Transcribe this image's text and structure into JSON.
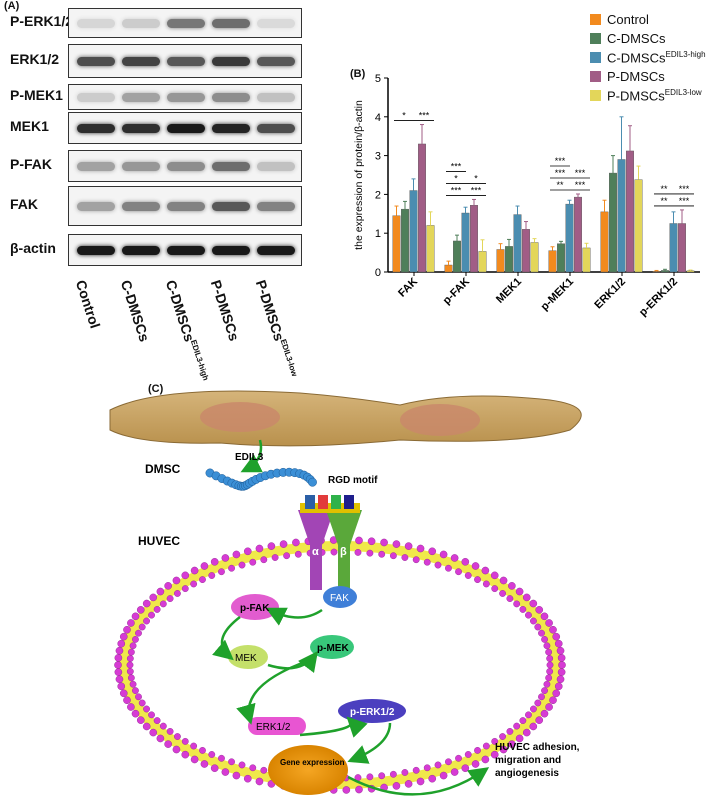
{
  "panelA": {
    "label": "(A)",
    "rows": [
      {
        "label": "P-ERK1/2"
      },
      {
        "label": "ERK1/2"
      },
      {
        "label": "P-MEK1"
      },
      {
        "label": "MEK1"
      },
      {
        "label": "P-FAK"
      },
      {
        "label": "FAK"
      },
      {
        "label": "β-actin"
      }
    ],
    "lanes": [
      {
        "label": "Control",
        "sup": ""
      },
      {
        "label": "C-DMSCs",
        "sup": ""
      },
      {
        "label": "C-DMSCs",
        "sup": "EDIL3-high"
      },
      {
        "label": "P-DMSCs",
        "sup": ""
      },
      {
        "label": "P-DMSCs",
        "sup": "EDIL3-low"
      }
    ]
  },
  "panelB": {
    "label": "(B)",
    "legend": [
      {
        "name": "Control",
        "sup": "",
        "color": "#f28a1e"
      },
      {
        "name": "C-DMSCs",
        "sup": "",
        "color": "#4f7f5a"
      },
      {
        "name": "C-DMSCs",
        "sup": "EDIL3-high",
        "color": "#4b8db0"
      },
      {
        "name": "P-DMSCs",
        "sup": "",
        "color": "#a15d86"
      },
      {
        "name": "P-DMSCs",
        "sup": "EDIL3-low",
        "color": "#e3d65a"
      }
    ]
  },
  "chart_data": {
    "type": "bar",
    "categories": [
      "FAK",
      "p-FAK",
      "MEK1",
      "p-MEK1",
      "ERK1/2",
      "p-ERK1/2"
    ],
    "series": [
      {
        "name": "Control",
        "values": [
          1.45,
          0.18,
          0.58,
          0.55,
          1.55,
          0.02
        ]
      },
      {
        "name": "C-DMSCs",
        "values": [
          1.62,
          0.8,
          0.66,
          0.73,
          2.55,
          0.04
        ]
      },
      {
        "name": "C-DMSCs EDIL3-high",
        "values": [
          2.1,
          1.52,
          1.48,
          1.75,
          2.9,
          1.25
        ]
      },
      {
        "name": "P-DMSCs",
        "values": [
          3.3,
          1.72,
          1.1,
          1.93,
          3.12,
          1.25
        ]
      },
      {
        "name": "P-DMSCs EDIL3-low",
        "values": [
          1.2,
          0.53,
          0.76,
          0.62,
          2.38,
          0.03
        ]
      }
    ],
    "errors": [
      [
        0.25,
        0.1,
        0.15,
        0.1,
        0.3,
        0.02
      ],
      [
        0.2,
        0.15,
        0.18,
        0.06,
        0.45,
        0.03
      ],
      [
        0.3,
        0.15,
        0.22,
        0.1,
        1.1,
        0.3
      ],
      [
        0.5,
        0.15,
        0.2,
        0.08,
        0.65,
        0.35
      ],
      [
        0.35,
        0.3,
        0.1,
        0.12,
        0.35,
        0.02
      ]
    ],
    "significance": [
      {
        "cat": 0,
        "text": "*"
      },
      {
        "cat": 0,
        "text": "***"
      },
      {
        "cat": 1,
        "text": "***"
      },
      {
        "cat": 1,
        "text": "***"
      },
      {
        "cat": 1,
        "text": "*"
      },
      {
        "cat": 1,
        "text": "*"
      },
      {
        "cat": 1,
        "text": "***"
      },
      {
        "cat": 3,
        "text": "**"
      },
      {
        "cat": 3,
        "text": "***"
      },
      {
        "cat": 3,
        "text": "***"
      },
      {
        "cat": 3,
        "text": "***"
      },
      {
        "cat": 3,
        "text": "***"
      },
      {
        "cat": 5,
        "text": "**"
      },
      {
        "cat": 5,
        "text": "***"
      },
      {
        "cat": 5,
        "text": "**"
      },
      {
        "cat": 5,
        "text": "***"
      }
    ],
    "ylabel": "the expression of protein/β-actin",
    "ylim": [
      0,
      5
    ],
    "yticks": [
      0,
      1,
      2,
      3,
      4,
      5
    ]
  },
  "panelC": {
    "label": "(C)",
    "texts": {
      "dmsc": "DMSC",
      "edil3": "EDIL3",
      "rgd": "RGD motif",
      "huvec": "HUVEC",
      "alpha": "α",
      "beta": "β",
      "fak": "FAK",
      "pfak": "p-FAK",
      "mek": "MEK",
      "pmek": "p-MEK",
      "erk": "ERK1/2",
      "perk": "p-ERK1/2",
      "gene": "Gene expression",
      "outcome1": "HUVEC adhesion,",
      "outcome2": "migration and",
      "outcome3": "angiogenesis"
    }
  }
}
